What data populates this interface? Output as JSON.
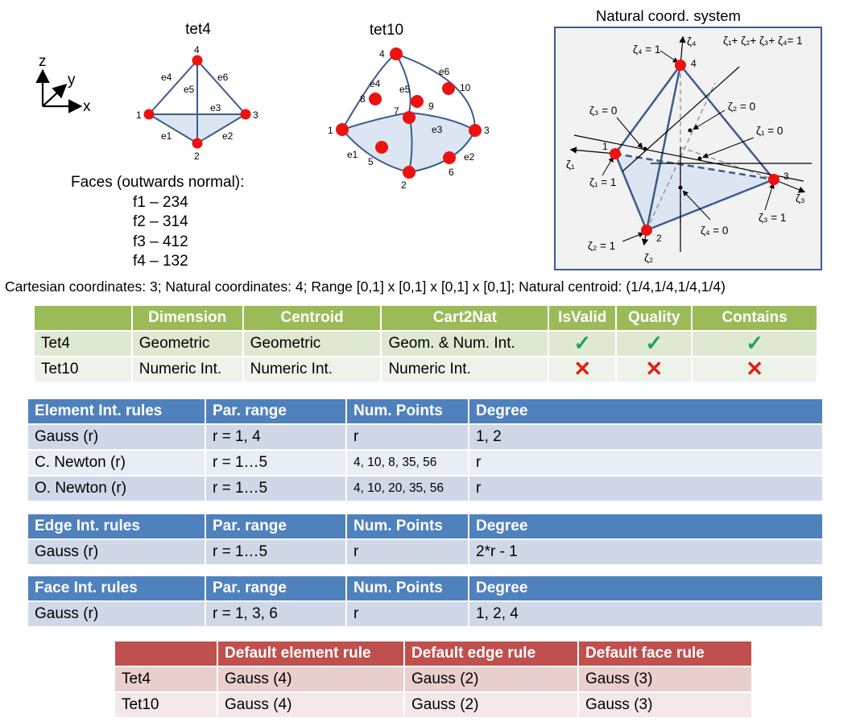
{
  "diagrams": {
    "axes": {
      "z": "z",
      "y": "y",
      "x": "x"
    },
    "tet4": {
      "title": "tet4",
      "nodes": [
        "1",
        "2",
        "3",
        "4"
      ],
      "edges": [
        "e1",
        "e2",
        "e3",
        "e4",
        "e5",
        "e6"
      ]
    },
    "tet10": {
      "title": "tet10",
      "nodes": [
        "1",
        "2",
        "3",
        "4",
        "5",
        "6",
        "7",
        "8",
        "9",
        "10"
      ],
      "edges": [
        "e1",
        "e2",
        "e3",
        "e4",
        "e5",
        "e6"
      ]
    },
    "natural": {
      "title": "Natural coord. system",
      "sum": "ζ₁+ ζ₂+ ζ₃+ ζ₄= 1",
      "nodes": [
        "1",
        "2",
        "3",
        "4"
      ],
      "labels": {
        "z4_1": "ζ₄ = 1",
        "z4_axis": "ζ₄",
        "z3_0": "ζ₃ = 0",
        "z2_0": "ζ₂ = 0",
        "z1_0": "ζ₁ = 0",
        "z1_axis": "ζ₁",
        "z1_1": "ζ₁ = 1",
        "z3_axis": "ζ₃",
        "z3_1": "ζ₃ = 1",
        "z4_0": "ζ₄ = 0",
        "z2_1": "ζ₂ = 1",
        "z2_axis": "ζ₂"
      }
    }
  },
  "faces": {
    "title": "Faces (outwards normal):",
    "items": [
      "f1 – 234",
      "f2 – 314",
      "f3 – 412",
      "f4 – 132"
    ]
  },
  "info_line": "Cartesian coordinates: 3;  Natural coordinates: 4;  Range [0,1] x [0,1] x [0,1] x [0,1];  Natural centroid: (1/4,1/4,1/4,1/4)",
  "capabilities": {
    "headers": [
      "",
      "Dimension",
      "Centroid",
      "Cart2Nat",
      "IsValid",
      "Quality",
      "Contains"
    ],
    "rows": [
      {
        "name": "Tet4",
        "dimension": "Geometric",
        "centroid": "Geometric",
        "cart2nat": "Geom. & Num. Int.",
        "isvalid": "✓",
        "quality": "✓",
        "contains": "✓"
      },
      {
        "name": "Tet10",
        "dimension": "Numeric Int.",
        "centroid": "Numeric Int.",
        "cart2nat": "Numeric Int.",
        "isvalid": "✕",
        "quality": "✕",
        "contains": "✕"
      }
    ]
  },
  "element_rules": {
    "headers": [
      "Element Int. rules",
      "Par. range",
      "Num. Points",
      "Degree"
    ],
    "rows": [
      [
        "Gauss (r)",
        "r = 1, 4",
        "r",
        "1, 2"
      ],
      [
        "C. Newton (r)",
        "r = 1…5",
        "4, 10, 8, 35, 56",
        "r"
      ],
      [
        "O. Newton (r)",
        "r = 1…5",
        "4, 10, 20, 35, 56",
        "r"
      ]
    ]
  },
  "edge_rules": {
    "headers": [
      "Edge Int. rules",
      "Par. range",
      "Num. Points",
      "Degree"
    ],
    "rows": [
      [
        "Gauss (r)",
        "r = 1…5",
        "r",
        "2*r - 1"
      ]
    ]
  },
  "face_rules": {
    "headers": [
      "Face Int. rules",
      "Par. range",
      "Num. Points",
      "Degree"
    ],
    "rows": [
      [
        "Gauss (r)",
        "r = 1, 3, 6",
        "r",
        "1, 2, 4"
      ]
    ]
  },
  "defaults": {
    "headers": [
      "",
      "Default element rule",
      "Default edge rule",
      "Default face rule"
    ],
    "rows": [
      [
        "Tet4",
        "Gauss (4)",
        "Gauss (2)",
        "Gauss (3)"
      ],
      [
        "Tet10",
        "Gauss (4)",
        "Gauss (2)",
        "Gauss (3)"
      ]
    ]
  },
  "colors": {
    "node": "#ee1111",
    "edge": "#3b5c8c",
    "face_fill": "#dbe6f2",
    "check": "#1fa15e",
    "cross": "#e02010"
  }
}
